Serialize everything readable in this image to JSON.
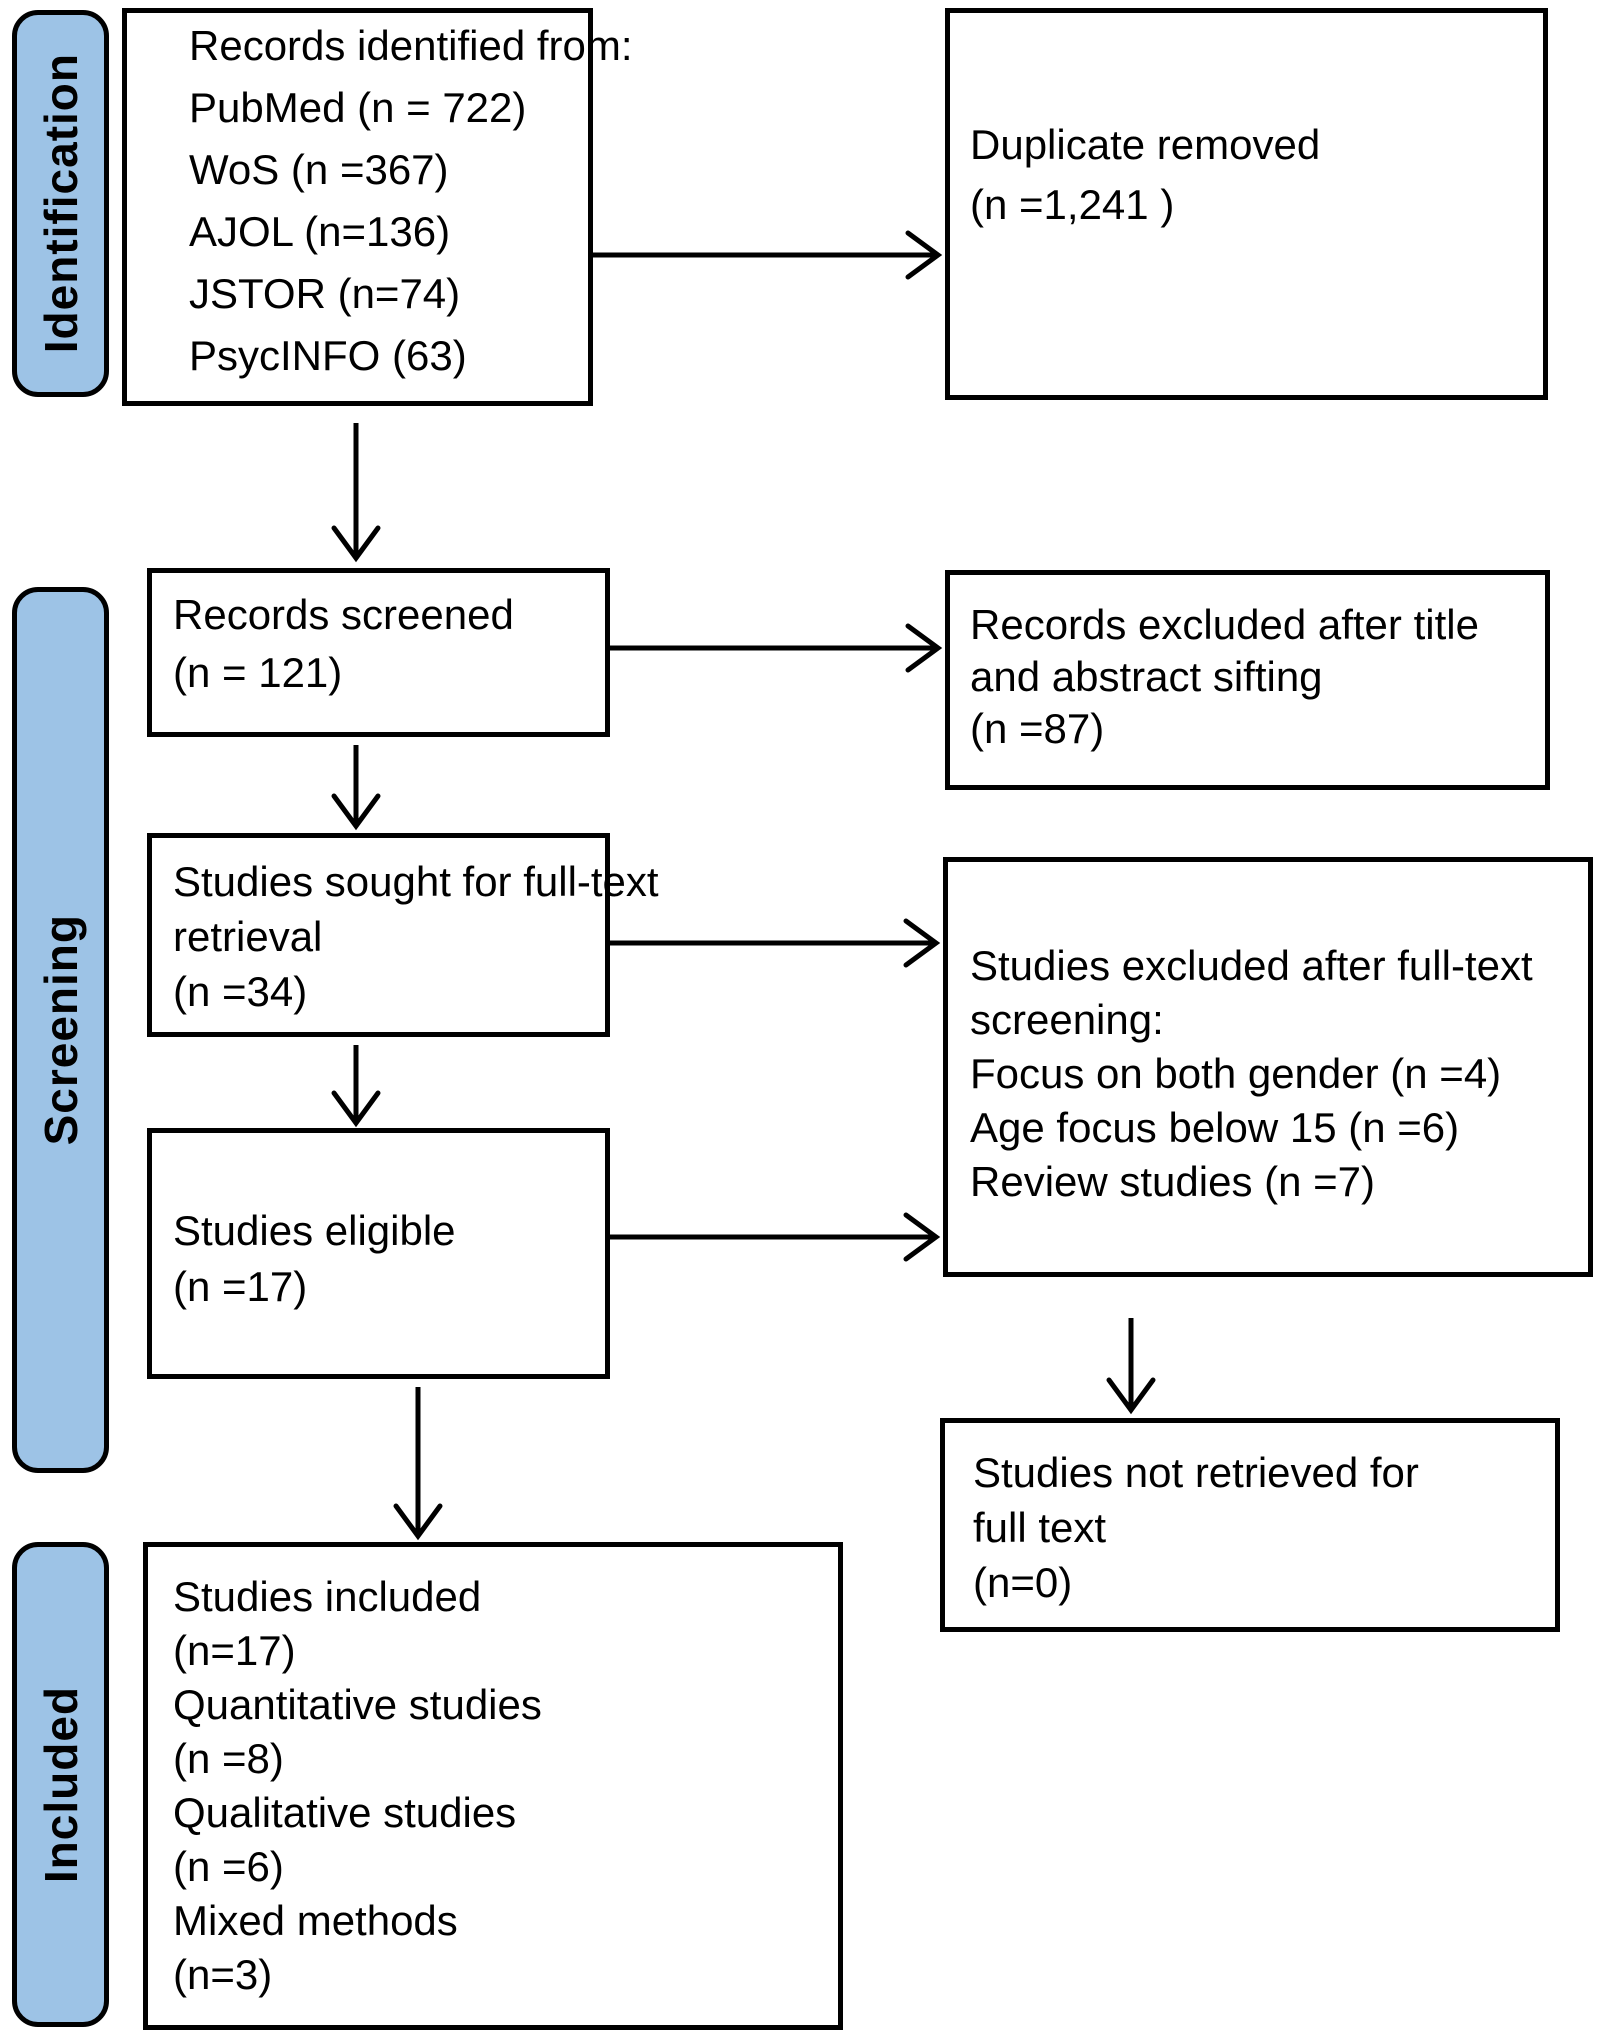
{
  "diagram": {
    "type": "prisma-flow",
    "colors": {
      "stage_fill": "#9DC3E6",
      "line": "#000000",
      "background": "#ffffff"
    },
    "stages": [
      {
        "id": "identification",
        "label": "Identification"
      },
      {
        "id": "screening",
        "label": "Screening"
      },
      {
        "id": "included",
        "label": "Included"
      }
    ],
    "boxes": {
      "identified": {
        "lines": [
          "Records identified from:",
          "PubMed (n = 722)",
          "WoS (n =367)",
          "AJOL (n=136)",
          "JSTOR (n=74)",
          "PsycINFO (63)"
        ]
      },
      "duplicate": {
        "lines": [
          "Duplicate removed",
          "(n =1,241 )"
        ]
      },
      "screened": {
        "lines": [
          "Records screened",
          "(n = 121)"
        ]
      },
      "title_excluded": {
        "lines": [
          "Records excluded after title",
          "and abstract sifting",
          "(n =87)"
        ]
      },
      "sought": {
        "lines": [
          "Studies sought for full-text",
          "retrieval",
          "(n =34)"
        ]
      },
      "fulltext_excluded": {
        "lines": [
          "Studies excluded after full-text",
          "screening:",
          "Focus on both gender (n =4)",
          "Age focus below 15 (n =6)",
          "Review studies (n =7)"
        ]
      },
      "eligible": {
        "lines": [
          "Studies eligible",
          "(n =17)"
        ]
      },
      "not_retrieved": {
        "lines": [
          "Studies not retrieved for",
          "full text",
          "(n=0)"
        ]
      },
      "included_box": {
        "lines": [
          "Studies included",
          "(n=17)",
          "Quantitative studies",
          "(n =8)",
          "Qualitative studies",
          "(n =6)",
          "Mixed methods",
          "(n=3)"
        ]
      }
    }
  }
}
